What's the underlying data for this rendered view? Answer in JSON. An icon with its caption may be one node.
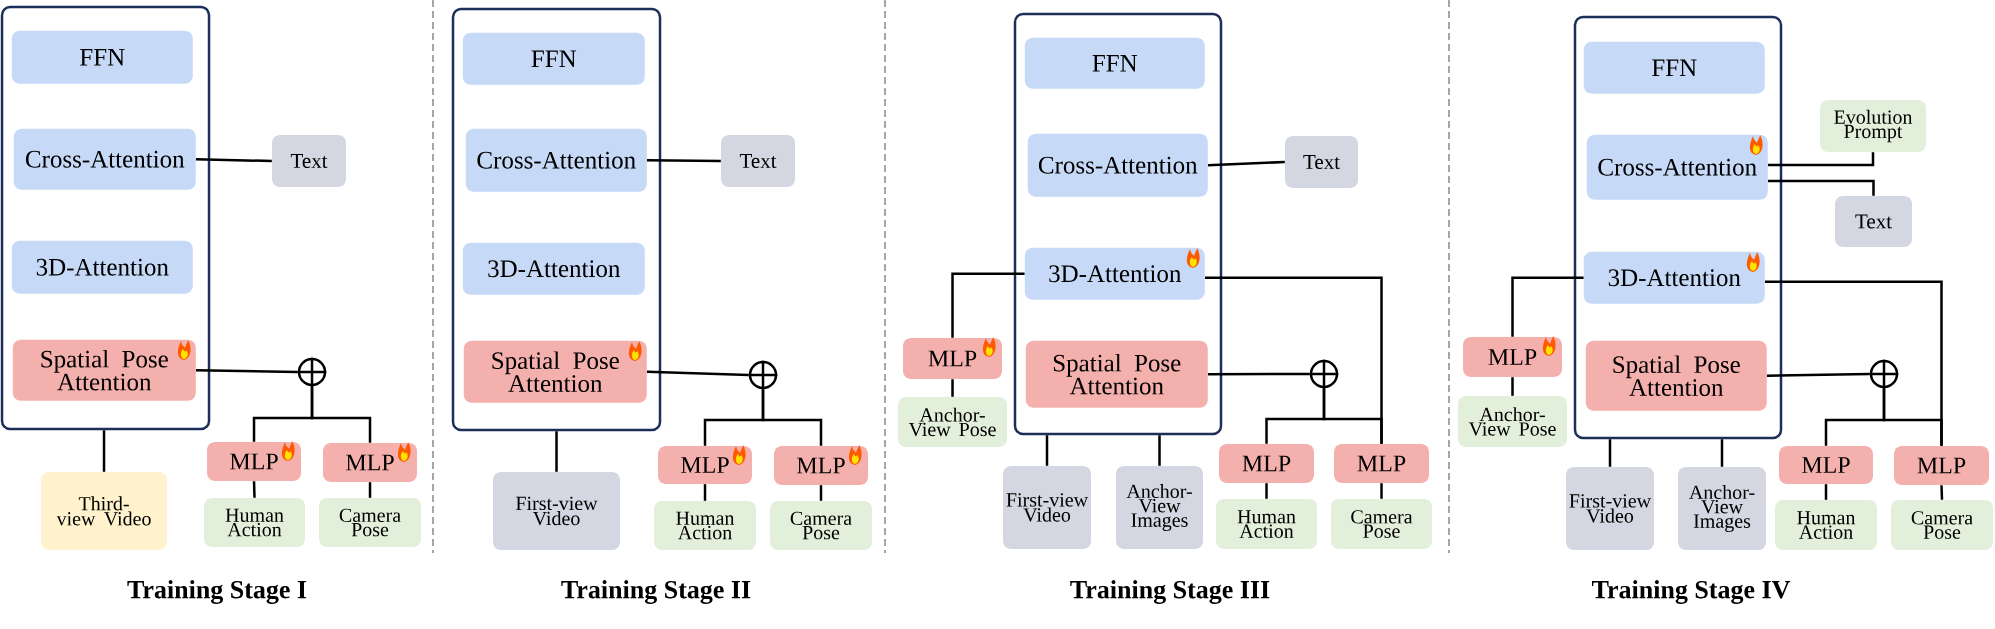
{
  "diagram": {
    "nodes": [
      {
        "text": [],
        "shape": "box"
      },
      {
        "text": [
          "FFN"
        ],
        "in": 0
      },
      {
        "text": [
          "Cross-Attention"
        ],
        "in": 0
      },
      {
        "text": [
          "3D-Attention"
        ],
        "in": 0
      },
      {
        "text": [
          "Spatial Pose Attention"
        ],
        "in": 0
      },
      {
        "text": [
          "Text"
        ]
      },
      {
        "text": [],
        "shape": "circle"
      },
      {
        "text": [
          "MLP"
        ]
      },
      {
        "text": [
          "MLP"
        ]
      },
      {
        "text": [
          "Third-view Video"
        ]
      },
      {
        "text": [
          "Human Action"
        ]
      },
      {
        "text": [
          "Camera Pose"
        ]
      },
      {
        "text": [],
        "shape": "box"
      },
      {
        "text": [
          "FFN"
        ],
        "in": 12
      },
      {
        "text": [
          "Cross-Attention"
        ],
        "in": 12
      },
      {
        "text": [
          "3D-Attention"
        ],
        "in": 12
      },
      {
        "text": [
          "Spatial Pose Attention"
        ],
        "in": 12
      },
      {
        "text": [
          "Text"
        ]
      },
      {
        "text": [],
        "shape": "circle"
      },
      {
        "text": [
          "MLP"
        ]
      },
      {
        "text": [
          "MLP"
        ]
      },
      {
        "text": [
          "First-view Video"
        ]
      },
      {
        "text": [
          "Human Action"
        ]
      },
      {
        "text": [
          "Camera Pose"
        ]
      },
      {
        "text": [],
        "shape": "box"
      },
      {
        "text": [
          "FFN"
        ],
        "in": 24
      },
      {
        "text": [
          "Cross-Attention"
        ],
        "in": 24
      },
      {
        "text": [
          "3D-Attention"
        ],
        "in": 24
      },
      {
        "text": [
          "Spatial Pose Attention"
        ],
        "in": 24
      },
      {
        "text": [
          "Text"
        ]
      },
      {
        "text": [
          "MLP"
        ]
      },
      {
        "text": [
          "Anchor-View Pose"
        ]
      },
      {
        "text": [],
        "shape": "circle"
      },
      {
        "text": [
          "First-view Video"
        ]
      },
      {
        "text": [
          "Anchor-View Images"
        ]
      },
      {
        "text": [
          "MLP"
        ]
      },
      {
        "text": [
          "MLP"
        ]
      },
      {
        "text": [
          "Human Action"
        ]
      },
      {
        "text": [
          "Camera Pose"
        ]
      },
      {
        "text": [],
        "shape": "box"
      },
      {
        "text": [
          "FFN"
        ],
        "in": 39
      },
      {
        "text": [
          "Cross-Attention"
        ],
        "in": 39
      },
      {
        "text": [
          "Evolution Prompt"
        ]
      },
      {
        "text": [
          "Text"
        ]
      },
      {
        "text": [
          "3D-Attention"
        ],
        "in": 39
      },
      {
        "text": [
          "MLP"
        ]
      },
      {
        "text": [
          "Anchor-View Pose"
        ]
      },
      {
        "text": [
          "Spatial Pose Attention"
        ],
        "in": 39
      },
      {
        "text": [],
        "shape": "circle"
      },
      {
        "text": [
          "First-view Video"
        ]
      },
      {
        "text": [
          "Anchor-View Images"
        ]
      },
      {
        "text": [
          "MLP"
        ]
      },
      {
        "text": [
          "MLP"
        ]
      },
      {
        "text": [
          "Human Action"
        ]
      },
      {
        "text": [
          "Camera Pose"
        ]
      }
    ],
    "edges": [
      {
        "from": 2,
        "to": 5,
        "arrow": "none"
      },
      {
        "from": 4,
        "to": 6,
        "arrow": "none"
      },
      {
        "from": 6,
        "to": 7,
        "arrow": "none"
      },
      {
        "from": 6,
        "to": 8,
        "arrow": "none"
      },
      {
        "from": 7,
        "to": 10,
        "arrow": "none"
      },
      {
        "from": 8,
        "to": 11,
        "arrow": "none"
      },
      {
        "from": 0,
        "to": 9,
        "arrow": "none"
      },
      {
        "from": 14,
        "to": 17,
        "arrow": "none"
      },
      {
        "from": 16,
        "to": 18,
        "arrow": "none"
      },
      {
        "from": 18,
        "to": 19,
        "arrow": "none"
      },
      {
        "from": 18,
        "to": 20,
        "arrow": "none"
      },
      {
        "from": 19,
        "to": 22,
        "arrow": "none"
      },
      {
        "from": 20,
        "to": 23,
        "arrow": "none"
      },
      {
        "from": 12,
        "to": 21,
        "arrow": "none"
      },
      {
        "from": 26,
        "to": 29,
        "arrow": "none"
      },
      {
        "from": 27,
        "to": 30,
        "arrow": "none"
      },
      {
        "from": 30,
        "to": 31,
        "arrow": "none"
      },
      {
        "from": 27,
        "to": 36,
        "arrow": "none"
      },
      {
        "from": 28,
        "to": 32,
        "arrow": "none"
      },
      {
        "from": 32,
        "to": 35,
        "arrow": "none"
      },
      {
        "from": 32,
        "to": 36,
        "arrow": "none"
      },
      {
        "from": 35,
        "to": 37,
        "arrow": "none"
      },
      {
        "from": 36,
        "to": 38,
        "arrow": "none"
      },
      {
        "from": 24,
        "to": 33,
        "arrow": "none"
      },
      {
        "from": 24,
        "to": 34,
        "arrow": "none"
      },
      {
        "from": 41,
        "to": 42,
        "arrow": "none"
      },
      {
        "from": 41,
        "to": 43,
        "arrow": "none"
      },
      {
        "from": 44,
        "to": 45,
        "arrow": "none"
      },
      {
        "from": 45,
        "to": 46,
        "arrow": "none"
      },
      {
        "from": 44,
        "to": 52,
        "arrow": "none"
      },
      {
        "from": 47,
        "to": 48,
        "arrow": "none"
      },
      {
        "from": 48,
        "to": 51,
        "arrow": "none"
      },
      {
        "from": 48,
        "to": 52,
        "arrow": "none"
      },
      {
        "from": 51,
        "to": 53,
        "arrow": "none"
      },
      {
        "from": 52,
        "to": 54,
        "arrow": "none"
      },
      {
        "from": 39,
        "to": 49,
        "arrow": "none"
      },
      {
        "from": 39,
        "to": 50,
        "arrow": "none"
      }
    ],
    "labels": [
      "Training Stage I",
      "Training Stage II",
      "Training Stage III",
      "Training Stage IV"
    ]
  }
}
